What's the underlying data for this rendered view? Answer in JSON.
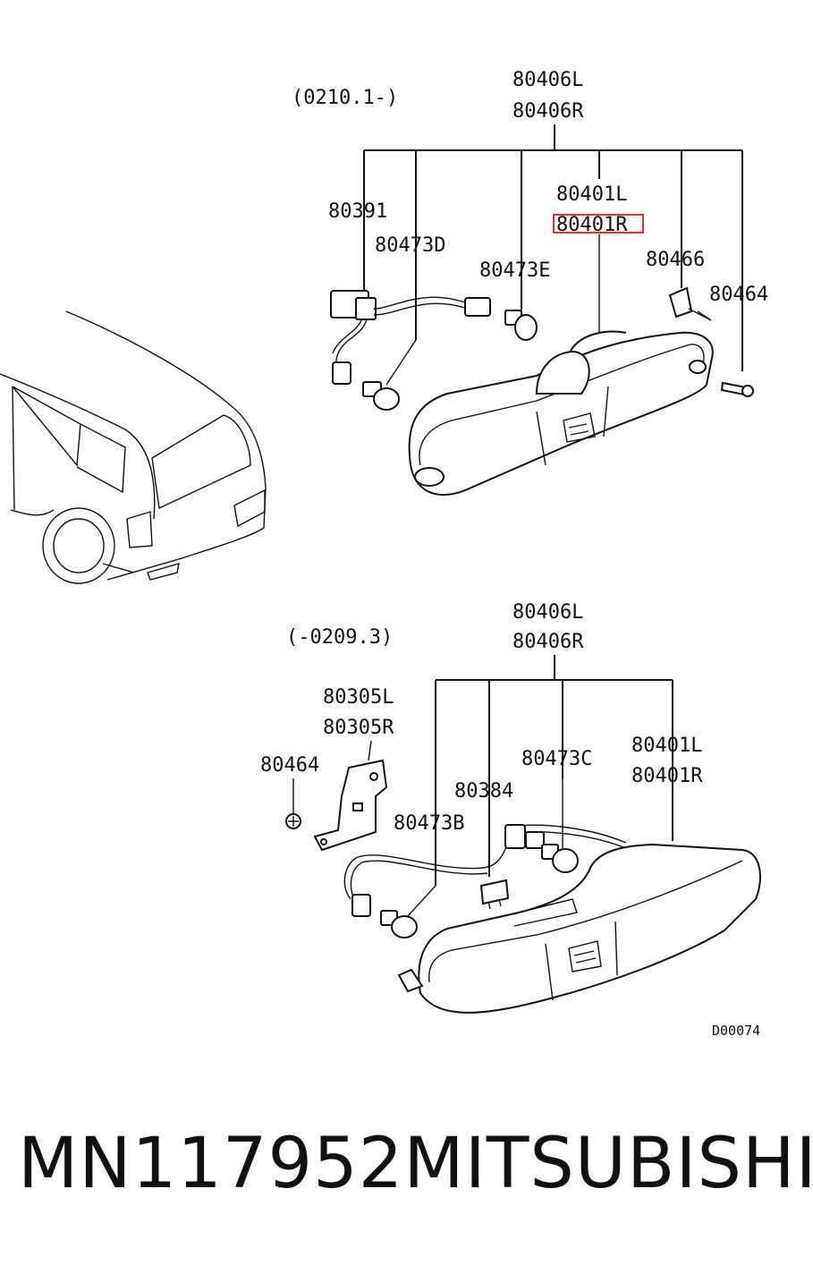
{
  "top_section": {
    "date_range": "(0210.1-)",
    "assembly_left": "80406L",
    "assembly_right": "80406R",
    "part_80391": "80391",
    "part_80473D": "80473D",
    "part_80473E": "80473E",
    "lamp_left": "80401L",
    "lamp_right_highlighted": "80401R",
    "part_80466": "80466",
    "part_80464": "80464"
  },
  "bottom_section": {
    "date_range": "(-0209.3)",
    "assembly_left": "80406L",
    "assembly_right": "80406R",
    "bracket_left": "80305L",
    "bracket_right": "80305R",
    "part_80464": "80464",
    "part_80473C": "80473C",
    "part_80384": "80384",
    "part_80473B": "80473B",
    "lamp_left": "80401L",
    "lamp_right": "80401R"
  },
  "diagram_code": "D00074",
  "caption": {
    "part_number": "MN117952",
    "brand": "MITSUBISHI"
  },
  "colors": {
    "highlight": "#e03030",
    "line": "#111111"
  }
}
